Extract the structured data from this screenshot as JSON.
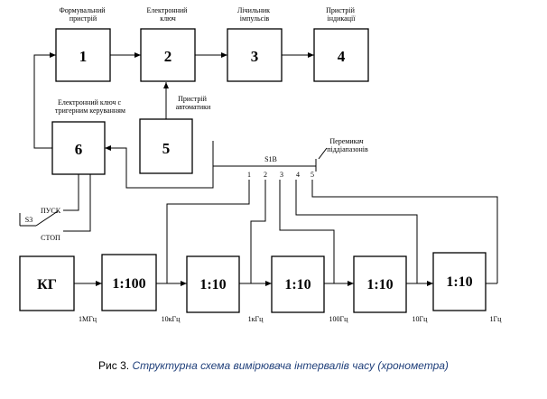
{
  "blocks": {
    "b1": "1",
    "b2": "2",
    "b3": "3",
    "b4": "4",
    "b5": "5",
    "b6": "6",
    "kg": "КГ",
    "d100": "1:100",
    "d10a": "1:10",
    "d10b": "1:10",
    "d10c": "1:10",
    "d10d": "1:10"
  },
  "labels": {
    "former": [
      "Формувальний",
      "пристрій"
    ],
    "switch": [
      "Електронний",
      "ключ"
    ],
    "counter": [
      "Лічильник",
      "імпульсів"
    ],
    "display": [
      "Пристрій",
      "індикації"
    ],
    "automation": [
      "Пристрій",
      "автоматики"
    ],
    "switch6": [
      "Електронний ключ с",
      "тригерним керуванням"
    ],
    "selector": [
      "Перемикач",
      "піддіапазонів"
    ],
    "s1b": "S1B",
    "pos1": "1",
    "pos2": "2",
    "pos3": "3",
    "pos4": "4",
    "pos5": "5",
    "start": "ПУСК",
    "stop": "СТОП",
    "s3": "S3",
    "f1": "1МГц",
    "f2": "10кГц",
    "f3": "1кГц",
    "f4": "100Гц",
    "f5": "10Гц",
    "f6": "1Гц"
  },
  "caption": {
    "label": "Рис 3.",
    "text": "Структурна схема вимірювача інтервалів часу (хронометра)"
  }
}
